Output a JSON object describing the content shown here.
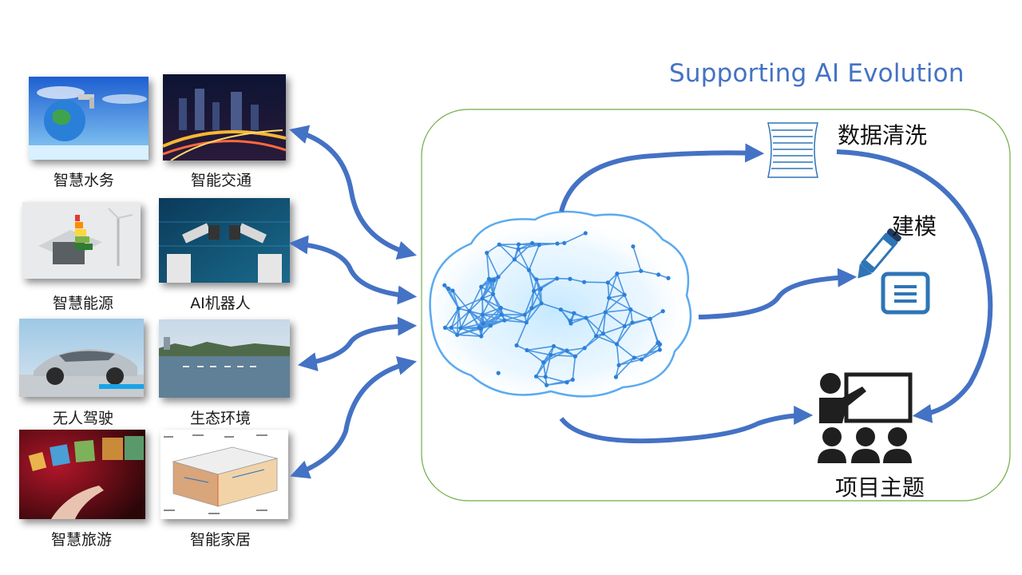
{
  "title": "Supporting AI  Evolution",
  "scenarios": [
    {
      "label": "智慧水务"
    },
    {
      "label": "智能交通"
    },
    {
      "label": "智慧能源"
    },
    {
      "label": "AI机器人"
    },
    {
      "label": "无人驾驶"
    },
    {
      "label": "生态环境"
    },
    {
      "label": "智慧旅游"
    },
    {
      "label": "智能家居"
    }
  ],
  "steps": {
    "data_cleaning": "数据清洗",
    "modeling": "建模",
    "project_topic": "项目主题"
  },
  "colors": {
    "arrow": "#4472c4",
    "panel_border": "#70ad47",
    "title": "#4472c4",
    "icon_dark": "#1f1f1f",
    "icon_blue": "#2e75b6"
  }
}
